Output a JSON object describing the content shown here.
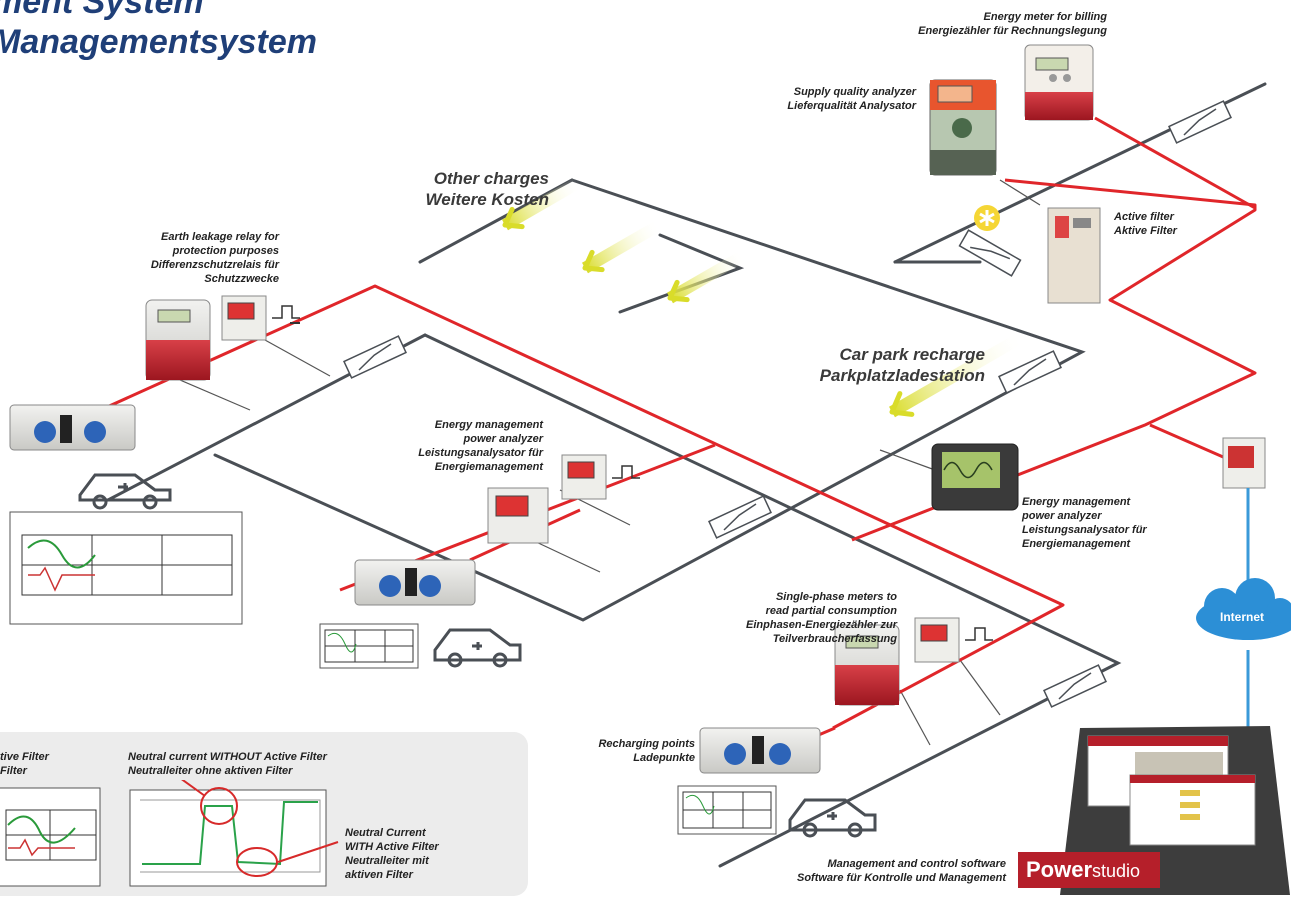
{
  "title": {
    "line1": "ment System",
    "line2": "Managementsystem"
  },
  "labels": {
    "energy_meter_billing": [
      "Energy meter for billing",
      "Energiezähler für Rechnungslegung"
    ],
    "supply_quality": [
      "Supply quality analyzer",
      "Lieferqualität Analysator"
    ],
    "other_charges": [
      "Other charges",
      "Weitere Kosten"
    ],
    "earth_leakage": [
      "Earth leakage relay for",
      "protection purposes",
      "Differenzschutzrelais für",
      "Schutzzwecke"
    ],
    "active_filter": [
      "Active filter",
      "Aktive Filter"
    ],
    "car_park": [
      "Car park recharge",
      "Parkplatzladestation"
    ],
    "em_power_analyzer_1": [
      "Energy management",
      "power analyzer",
      "Leistungsanalysator für",
      "Energiemanagement"
    ],
    "em_power_analyzer_2": [
      "Energy management",
      "power analyzer",
      "Leistungsanalysator für",
      "Energiemanagement"
    ],
    "single_phase": [
      "Single-phase meters to",
      "read partial consumption",
      "Einphasen-Energiezähler zur",
      "Teilverbraucherfassung"
    ],
    "recharging_points": [
      "Recharging points",
      "Ladepunkte"
    ],
    "software": [
      "Management and control software",
      "Software für Kontrolle und Management"
    ],
    "internet": "Internet",
    "brand": {
      "strong": "Power",
      "light": "studio"
    }
  },
  "legend": {
    "with_filter_partial": [
      "tive Filter",
      "Filter"
    ],
    "without_filter": [
      "Neutral current WITHOUT Active Filter",
      "Neutralleiter ohne aktiven Filter"
    ],
    "with_filter": [
      "Neutral Current",
      "WITH Active Filter",
      "Neutralleiter mit",
      "aktiven Filter"
    ]
  },
  "colors": {
    "red_line": "#e0262a",
    "dark_line": "#4a4f55",
    "arrow": "#d9dc2a",
    "title": "#1f3f78",
    "cable": "#3a9ad9",
    "brand": "#b51f2a"
  }
}
